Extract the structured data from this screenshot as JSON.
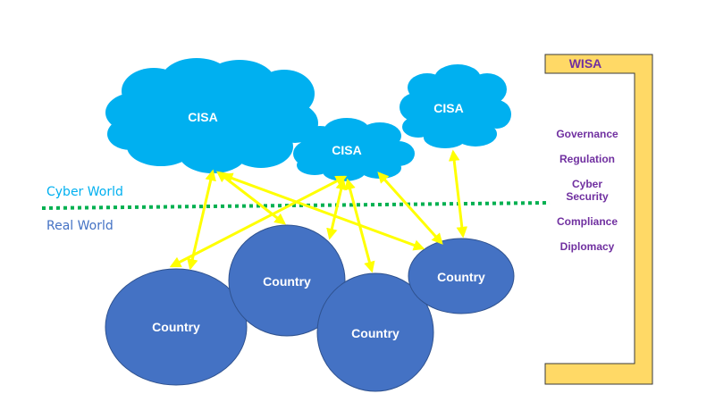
{
  "colors": {
    "cloud_fill": "#00b0f0",
    "cloud_stroke": "#1f6fbf",
    "country_fill": "#4472c4",
    "country_stroke": "#2f528f",
    "arrow": "#ffff00",
    "divider": "#00b050",
    "cyber_label": "#00b0f0",
    "real_label": "#4472c4",
    "panel_fill": "#ffd966",
    "panel_stroke": "#3a3a3a",
    "panel_title": "#7030a0",
    "panel_item": "#7030a0"
  },
  "clouds": [
    {
      "id": "cloud-left",
      "label": "CISA"
    },
    {
      "id": "cloud-middle",
      "label": "CISA"
    },
    {
      "id": "cloud-right",
      "label": "CISA"
    }
  ],
  "countries": [
    {
      "id": "country-1",
      "label": "Country"
    },
    {
      "id": "country-2",
      "label": "Country"
    },
    {
      "id": "country-3",
      "label": "Country"
    },
    {
      "id": "country-4",
      "label": "Country"
    }
  ],
  "links": [
    {
      "from": "cloud-left",
      "to": "country-1"
    },
    {
      "from": "cloud-left",
      "to": "country-2"
    },
    {
      "from": "cloud-left",
      "to": "country-4"
    },
    {
      "from": "cloud-middle",
      "to": "country-1"
    },
    {
      "from": "cloud-middle",
      "to": "country-2"
    },
    {
      "from": "cloud-middle",
      "to": "country-3"
    },
    {
      "from": "cloud-middle",
      "to": "country-4"
    },
    {
      "from": "cloud-right",
      "to": "country-4"
    }
  ],
  "worlds": {
    "cyber": "Cyber World",
    "real": "Real World"
  },
  "panel": {
    "title": "WISA",
    "items": [
      "Governance",
      "Regulation",
      "Cyber Security",
      "Compliance",
      "Diplomacy"
    ]
  }
}
